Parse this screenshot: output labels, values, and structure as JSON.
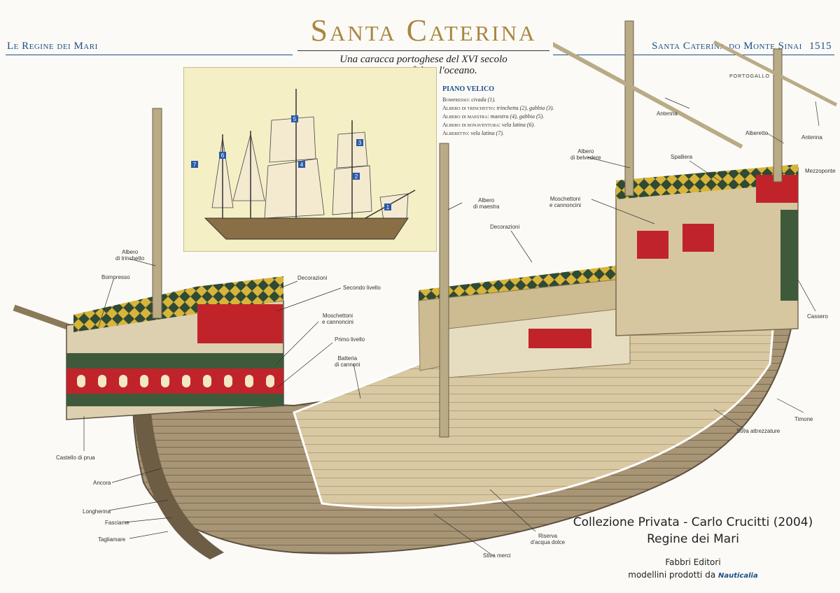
{
  "header": {
    "series": "Le Regine dei Mari",
    "ship_full_name": "Santa Caterina do Monte Sinai",
    "year": "1515"
  },
  "title": {
    "main": "Santa Caterina",
    "subtitle_line1": "Una caracca portoghese del XVI secolo",
    "subtitle_line2": "nata per sfidare l'oceano.",
    "country": "PORTOGALLO"
  },
  "sail_plan": {
    "heading": "PIANO VELICO",
    "lines": [
      {
        "label": "Bompresso:",
        "text": " civada (1)."
      },
      {
        "label": "Albero di trinchetto:",
        "text": " trinchetta (2), gabbia (3)."
      },
      {
        "label": "Albero di maestra:",
        "text": " maestra (4), gabbia (5)."
      },
      {
        "label": "Albero di bonaventura:",
        "text": " vela latina (6)."
      },
      {
        "label": "Alberetto:",
        "text": " vela latina (7)."
      }
    ],
    "inset_numbers": [
      "1",
      "2",
      "3",
      "4",
      "5",
      "6",
      "7"
    ]
  },
  "callouts": {
    "antenna_1": "Antenna",
    "antenna_2": "Antenna",
    "alberetto": "Alberetto",
    "albero_belvedere": "Albero\ndi belvedere",
    "spalliera": "Spalliera",
    "mezzoponte": "Mezzoponte",
    "moschettoni_stern": "Moschettoni\ne cannoncini",
    "albero_maestra": "Albero\ndi maestra",
    "decorazioni_mid": "Decorazioni",
    "albero_trinchetto": "Albero\ndi trinchetto",
    "bompresso": "Bompresso",
    "decorazioni_bow": "Decorazioni",
    "secondo_livello": "Secondo livello",
    "moschettoni_bow": "Moschettoni\ne cannoncini",
    "primo_livello": "Primo livello",
    "batteria": "Batteria\ndi cannoni",
    "cassero": "Cassero",
    "timone": "Timone",
    "stiva_attrezzature": "Stiva attrezzature",
    "castello_prua": "Castello di prua",
    "ancora": "Ancora",
    "longherina": "Longherina",
    "fasciame": "Fasciame",
    "tagliamare": "Tagliamare",
    "riserva_acqua": "Riserva\nd'acqua dolce",
    "stiva_merci": "Stiva merci"
  },
  "credit": {
    "line1": "Collezione Privata - Carlo Crucitti (2004)",
    "line2": "Regine dei Mari",
    "line3": "Fabbri Editori",
    "line4": "modellini prodotti da",
    "brand": "Nauticalia"
  },
  "colors": {
    "header_blue": "#1b4f8a",
    "title_gold": "#a88640",
    "hull_wood": "#9c8a6a",
    "red_band": "#c0242a",
    "green_band": "#3f5a3a",
    "deck_tan": "#d9c9a3"
  }
}
